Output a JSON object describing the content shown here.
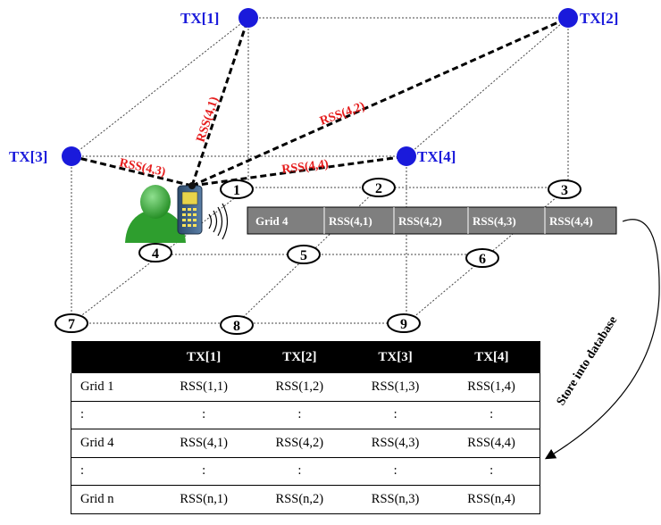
{
  "transmitters": [
    {
      "label": "TX[1]"
    },
    {
      "label": "TX[2]"
    },
    {
      "label": "TX[3]"
    },
    {
      "label": "TX[4]"
    }
  ],
  "rss_links": [
    "RSS(4,1)",
    "RSS(4,2)",
    "RSS(4,3)",
    "RSS(4,4)"
  ],
  "grid_points": [
    "1",
    "2",
    "3",
    "4",
    "5",
    "6",
    "7",
    "8",
    "9"
  ],
  "measurement_bar": [
    "Grid 4",
    "RSS(4,1)",
    "RSS(4,2)",
    "RSS(4,3)",
    "RSS(4,4)"
  ],
  "store_label": "Store into database",
  "colors": {
    "transmitter": "#1a1adb",
    "rss_text": "#e51c1c",
    "bar_fill": "#7f7f7f",
    "user_green": "#2e9e2e"
  },
  "table": {
    "headers": [
      "",
      "TX[1]",
      "TX[2]",
      "TX[3]",
      "TX[4]"
    ],
    "rows": [
      [
        "Grid 1",
        "RSS(1,1)",
        "RSS(1,2)",
        "RSS(1,3)",
        "RSS(1,4)"
      ],
      [
        ":",
        ":",
        ":",
        ":",
        ":"
      ],
      [
        "Grid 4",
        "RSS(4,1)",
        "RSS(4,2)",
        "RSS(4,3)",
        "RSS(4,4)"
      ],
      [
        ":",
        ":",
        ":",
        ":",
        ":"
      ],
      [
        "Grid n",
        "RSS(n,1)",
        "RSS(n,2)",
        "RSS(n,3)",
        "RSS(n,4)"
      ]
    ]
  }
}
